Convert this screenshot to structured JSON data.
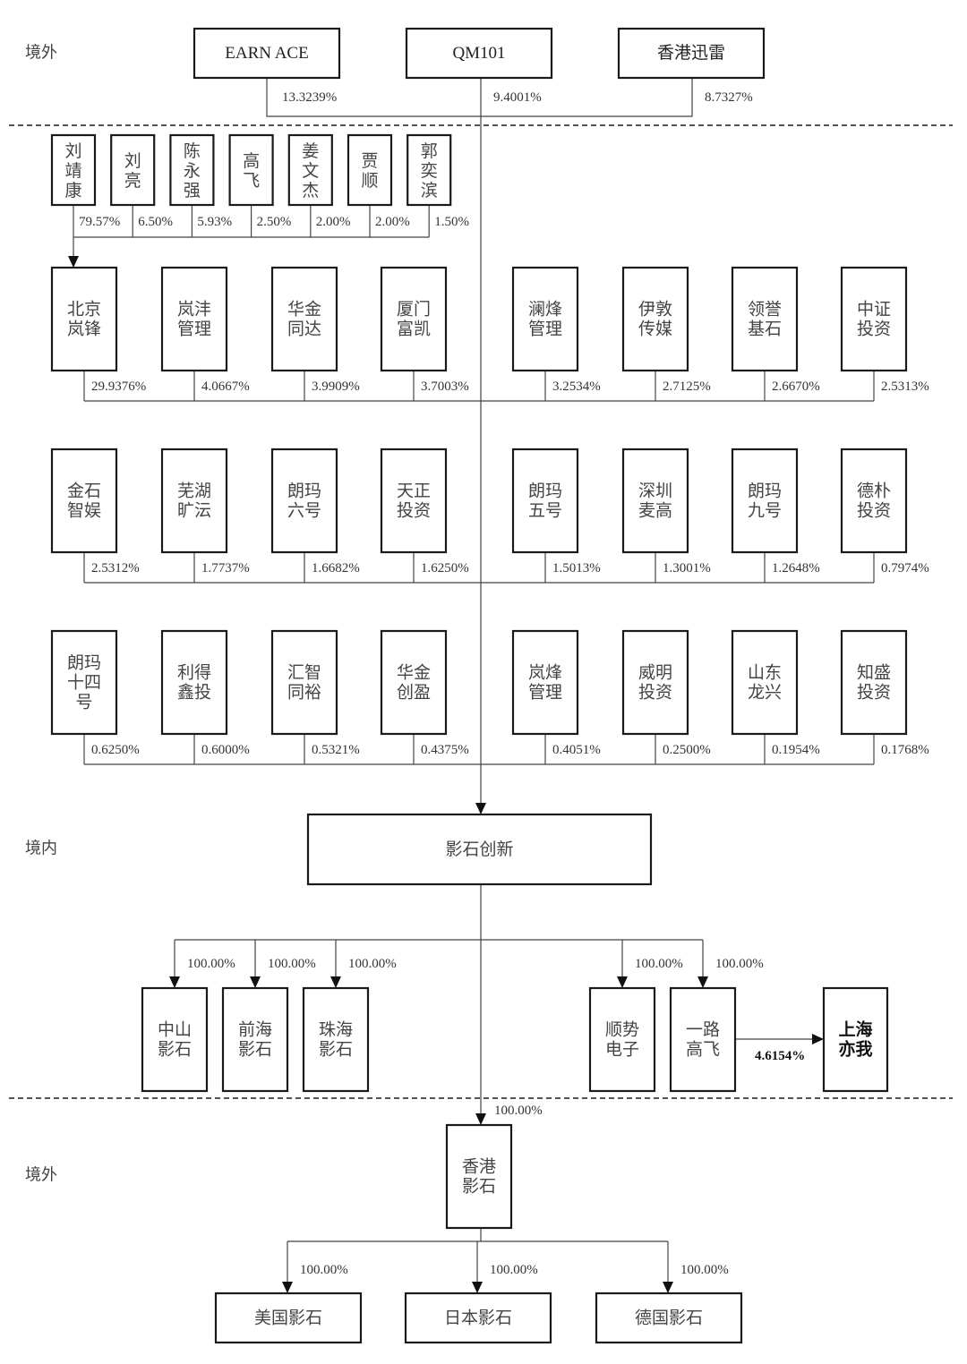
{
  "zones": {
    "top": "境外",
    "middle": "境内",
    "bottom": "境外"
  },
  "offshore_shareholders": [
    {
      "name": "EARN ACE",
      "pct": "13.3239%"
    },
    {
      "name": "QM101",
      "pct": "9.4001%"
    },
    {
      "name": "香港迅雷",
      "pct": "8.7327%"
    }
  ],
  "individuals": [
    {
      "name": "刘靖康",
      "pct": "79.57%"
    },
    {
      "name": "刘亮",
      "pct": "6.50%"
    },
    {
      "name": "陈永强",
      "pct": "5.93%"
    },
    {
      "name": "高飞",
      "pct": "2.50%"
    },
    {
      "name": "姜文杰",
      "pct": "2.00%"
    },
    {
      "name": "贾顺",
      "pct": "2.00%"
    },
    {
      "name": "郭奕滨",
      "pct": "1.50%"
    }
  ],
  "shareholder_rows": [
    [
      {
        "name": [
          "北京",
          "岚锋"
        ],
        "pct": "29.9376%"
      },
      {
        "name": [
          "岚沣",
          "管理"
        ],
        "pct": "4.0667%"
      },
      {
        "name": [
          "华金",
          "同达"
        ],
        "pct": "3.9909%"
      },
      {
        "name": [
          "厦门",
          "富凯"
        ],
        "pct": "3.7003%"
      },
      {
        "name": [
          "澜烽",
          "管理"
        ],
        "pct": "3.2534%"
      },
      {
        "name": [
          "伊敦",
          "传媒"
        ],
        "pct": "2.7125%"
      },
      {
        "name": [
          "领誉",
          "基石"
        ],
        "pct": "2.6670%"
      },
      {
        "name": [
          "中证",
          "投资"
        ],
        "pct": "2.5313%"
      }
    ],
    [
      {
        "name": [
          "金石",
          "智娱"
        ],
        "pct": "2.5312%"
      },
      {
        "name": [
          "芜湖",
          "旷沄"
        ],
        "pct": "1.7737%"
      },
      {
        "name": [
          "朗玛",
          "六号"
        ],
        "pct": "1.6682%"
      },
      {
        "name": [
          "天正",
          "投资"
        ],
        "pct": "1.6250%"
      },
      {
        "name": [
          "朗玛",
          "五号"
        ],
        "pct": "1.5013%"
      },
      {
        "name": [
          "深圳",
          "麦高"
        ],
        "pct": "1.3001%"
      },
      {
        "name": [
          "朗玛",
          "九号"
        ],
        "pct": "1.2648%"
      },
      {
        "name": [
          "德朴",
          "投资"
        ],
        "pct": "0.7974%"
      }
    ],
    [
      {
        "name": [
          "朗玛",
          "十四",
          "号"
        ],
        "pct": "0.6250%"
      },
      {
        "name": [
          "利得",
          "鑫投"
        ],
        "pct": "0.6000%"
      },
      {
        "name": [
          "汇智",
          "同裕"
        ],
        "pct": "0.5321%"
      },
      {
        "name": [
          "华金",
          "创盈"
        ],
        "pct": "0.4375%"
      },
      {
        "name": [
          "岚烽",
          "管理"
        ],
        "pct": "0.4051%"
      },
      {
        "name": [
          "威明",
          "投资"
        ],
        "pct": "0.2500%"
      },
      {
        "name": [
          "山东",
          "龙兴"
        ],
        "pct": "0.1954%"
      },
      {
        "name": [
          "知盛",
          "投资"
        ],
        "pct": "0.1768%"
      }
    ]
  ],
  "company": {
    "name": "影石创新"
  },
  "domestic_subsidiaries_left": [
    {
      "name": [
        "中山",
        "影石"
      ],
      "pct": "100.00%"
    },
    {
      "name": [
        "前海",
        "影石"
      ],
      "pct": "100.00%"
    },
    {
      "name": [
        "珠海",
        "影石"
      ],
      "pct": "100.00%"
    }
  ],
  "domestic_subsidiaries_right": [
    {
      "name": [
        "顺势",
        "电子"
      ],
      "pct": "100.00%"
    },
    {
      "name": [
        "一路",
        "高飞"
      ],
      "pct": "100.00%"
    }
  ],
  "investee": {
    "name": [
      "上海",
      "亦我"
    ],
    "pct": "4.6154%"
  },
  "hk_subsidiary": {
    "name": [
      "香港",
      "影石"
    ],
    "pct": "100.00%"
  },
  "overseas_subsidiaries": [
    {
      "name": "美国影石",
      "pct": "100.00%"
    },
    {
      "name": "日本影石",
      "pct": "100.00%"
    },
    {
      "name": "德国影石",
      "pct": "100.00%"
    }
  ]
}
